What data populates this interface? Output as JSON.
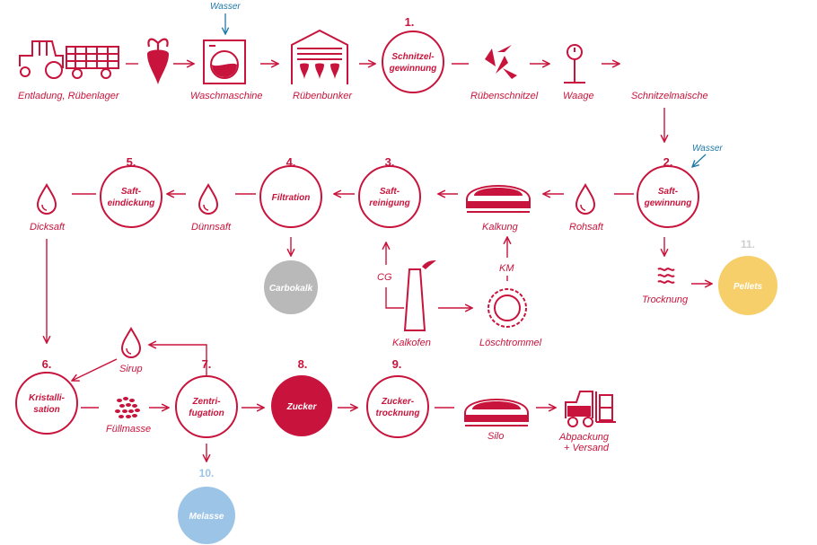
{
  "colors": {
    "primary": "#c8143c",
    "water_blue": "#1f79a6",
    "carbokalk_gray": "#b9b9b9",
    "pellets_yellow": "#f6cf6a",
    "melasse_blue": "#9cc4e6"
  },
  "steps": {
    "s1": {
      "num": "1.",
      "line1": "Schnitzel-",
      "line2": "gewinnung"
    },
    "s2": {
      "num": "2.",
      "line1": "Saft-",
      "line2": "gewinnung"
    },
    "s3": {
      "num": "3.",
      "line1": "Saft-",
      "line2": "reinigung"
    },
    "s4": {
      "num": "4.",
      "line1": "Filtration"
    },
    "s5": {
      "num": "5.",
      "line1": "Saft-",
      "line2": "eindickung"
    },
    "s6": {
      "num": "6.",
      "line1": "Kristalli-",
      "line2": "sation"
    },
    "s7": {
      "num": "7.",
      "line1": "Zentri-",
      "line2": "fugation"
    },
    "s8": {
      "num": "8.",
      "line1": "Zucker"
    },
    "s9": {
      "num": "9.",
      "line1": "Zucker-",
      "line2": "trocknung"
    },
    "s10": {
      "num": "10.",
      "line1": "Melasse"
    },
    "s11": {
      "num": "11.",
      "line1": "Pellets"
    }
  },
  "labels": {
    "entladung": "Entladung, Rübenlager",
    "wasser_top": "Wasser",
    "waschmaschine": "Waschmaschine",
    "ruebenbunker": "Rübenbunker",
    "ruebenschnitzel": "Rübenschnitzel",
    "waage": "Waage",
    "schnitzelmaische": "Schnitzelmaische",
    "wasser_right": "Wasser",
    "rohsaft": "Rohsaft",
    "kalkung": "Kalkung",
    "duennsaft": "Dünnsaft",
    "dicksaft": "Dicksaft",
    "carbokalk": "Carbokalk",
    "cg": "CG",
    "km": "KM",
    "kalkofen": "Kalkofen",
    "loeschtrommel": "Löschtrommel",
    "trocknung": "Trocknung",
    "sirup": "Sirup",
    "fuellmasse": "Füllmasse",
    "silo": "Silo",
    "abpackung_1": "Abpackung",
    "abpackung_2": "+ Versand"
  }
}
